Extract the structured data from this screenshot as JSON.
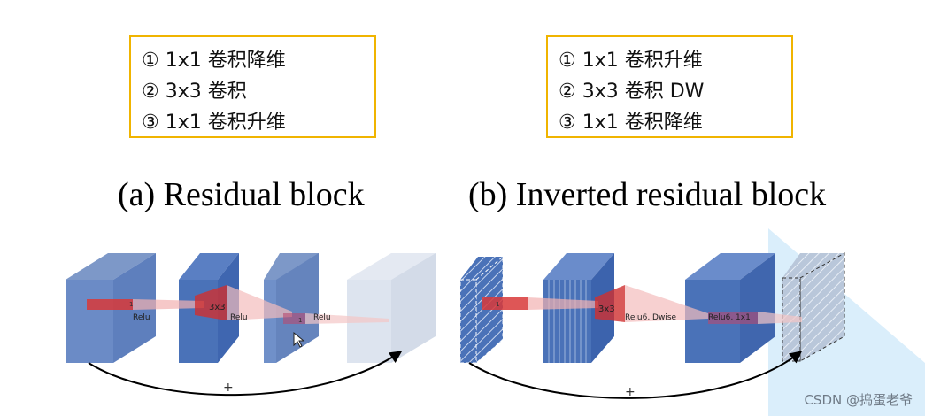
{
  "left_legend": {
    "items": [
      "① 1x1 卷积降维",
      "② 3x3 卷积",
      "③ 1x1 卷积升维"
    ]
  },
  "right_legend": {
    "items": [
      "① 1x1 卷积升维",
      "② 3x3 卷积 DW",
      "③ 1x1 卷积降维"
    ]
  },
  "captions": {
    "left": "(a) Residual block",
    "right": "(b) Inverted residual block"
  },
  "diagram_a": {
    "labels": {
      "k1": "1",
      "relu1": "Relu",
      "k3": "3x3",
      "relu2": "Relu",
      "k1b": "1",
      "relu3": "Relu",
      "plus": "+"
    }
  },
  "diagram_b": {
    "labels": {
      "k1": "1",
      "k3": "3x3",
      "relu6_dwise": "Relu6, Dwise",
      "relu6_1x1": "Relu6, 1x1",
      "plus": "+"
    }
  },
  "colors": {
    "block_blue": "#4a72b8",
    "block_light": "#d9e1ee",
    "kernel_red": "#e03030",
    "legend_border": "#f0b400",
    "overlay": "#cfe8fa"
  },
  "watermark": "CSDN @捣蛋老爷"
}
